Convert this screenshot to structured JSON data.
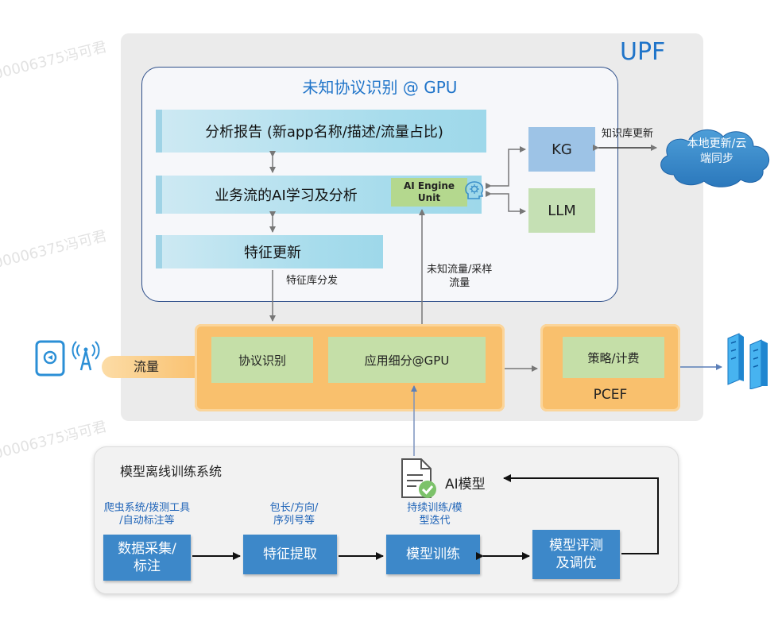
{
  "upf": {
    "title": "UPF"
  },
  "gpu_section": {
    "title": "未知协议识别 @ GPU",
    "report_bar": "分析报告 (新app名称/描述/流量占比)",
    "learn_bar": "业务流的AI学习及分析",
    "feature_bar": "特征更新",
    "engine": {
      "line1": "AI Engine",
      "line2": "Unit"
    },
    "kg": "KG",
    "llm": "LLM",
    "kb_update": "知识库更新",
    "cloud": {
      "line1": "本地更新/云",
      "line2": "端同步"
    },
    "feature_dist": "特征库分发",
    "unknown_traffic": {
      "line1": "未知流量/采样",
      "line2": "流量"
    }
  },
  "pipeline": {
    "traffic": "流量",
    "protocol_id": "协议识别",
    "app_detail": "应用细分@GPU",
    "policy": "策略/计费",
    "pcef": "PCEF"
  },
  "training": {
    "title": "模型离线训练系统",
    "ai_model": "AI模型",
    "notes": {
      "crawler": {
        "line1": "爬虫系统/拨测工具",
        "line2": "/自动标注等"
      },
      "packet": {
        "line1": "包长/方向/",
        "line2": "序列号等"
      },
      "iterate": {
        "line1": "持续训练/模",
        "line2": "型迭代"
      }
    },
    "boxes": {
      "collect": {
        "line1": "数据采集/",
        "line2": "标注"
      },
      "extract": "特征提取",
      "train": "模型训练",
      "eval": {
        "line1": "模型评测",
        "line2": "及调优"
      }
    }
  },
  "watermark": "00006375冯可君",
  "colors": {
    "accent_blue": "#1f74c9",
    "orange": "#f9c06d",
    "green": "#c5dfa8",
    "steel_blue": "#3d88c9"
  },
  "icons": [
    "phone-icon",
    "antenna-icon",
    "server-rack-icon",
    "cloud-icon",
    "brain-icon",
    "document-check-icon"
  ]
}
